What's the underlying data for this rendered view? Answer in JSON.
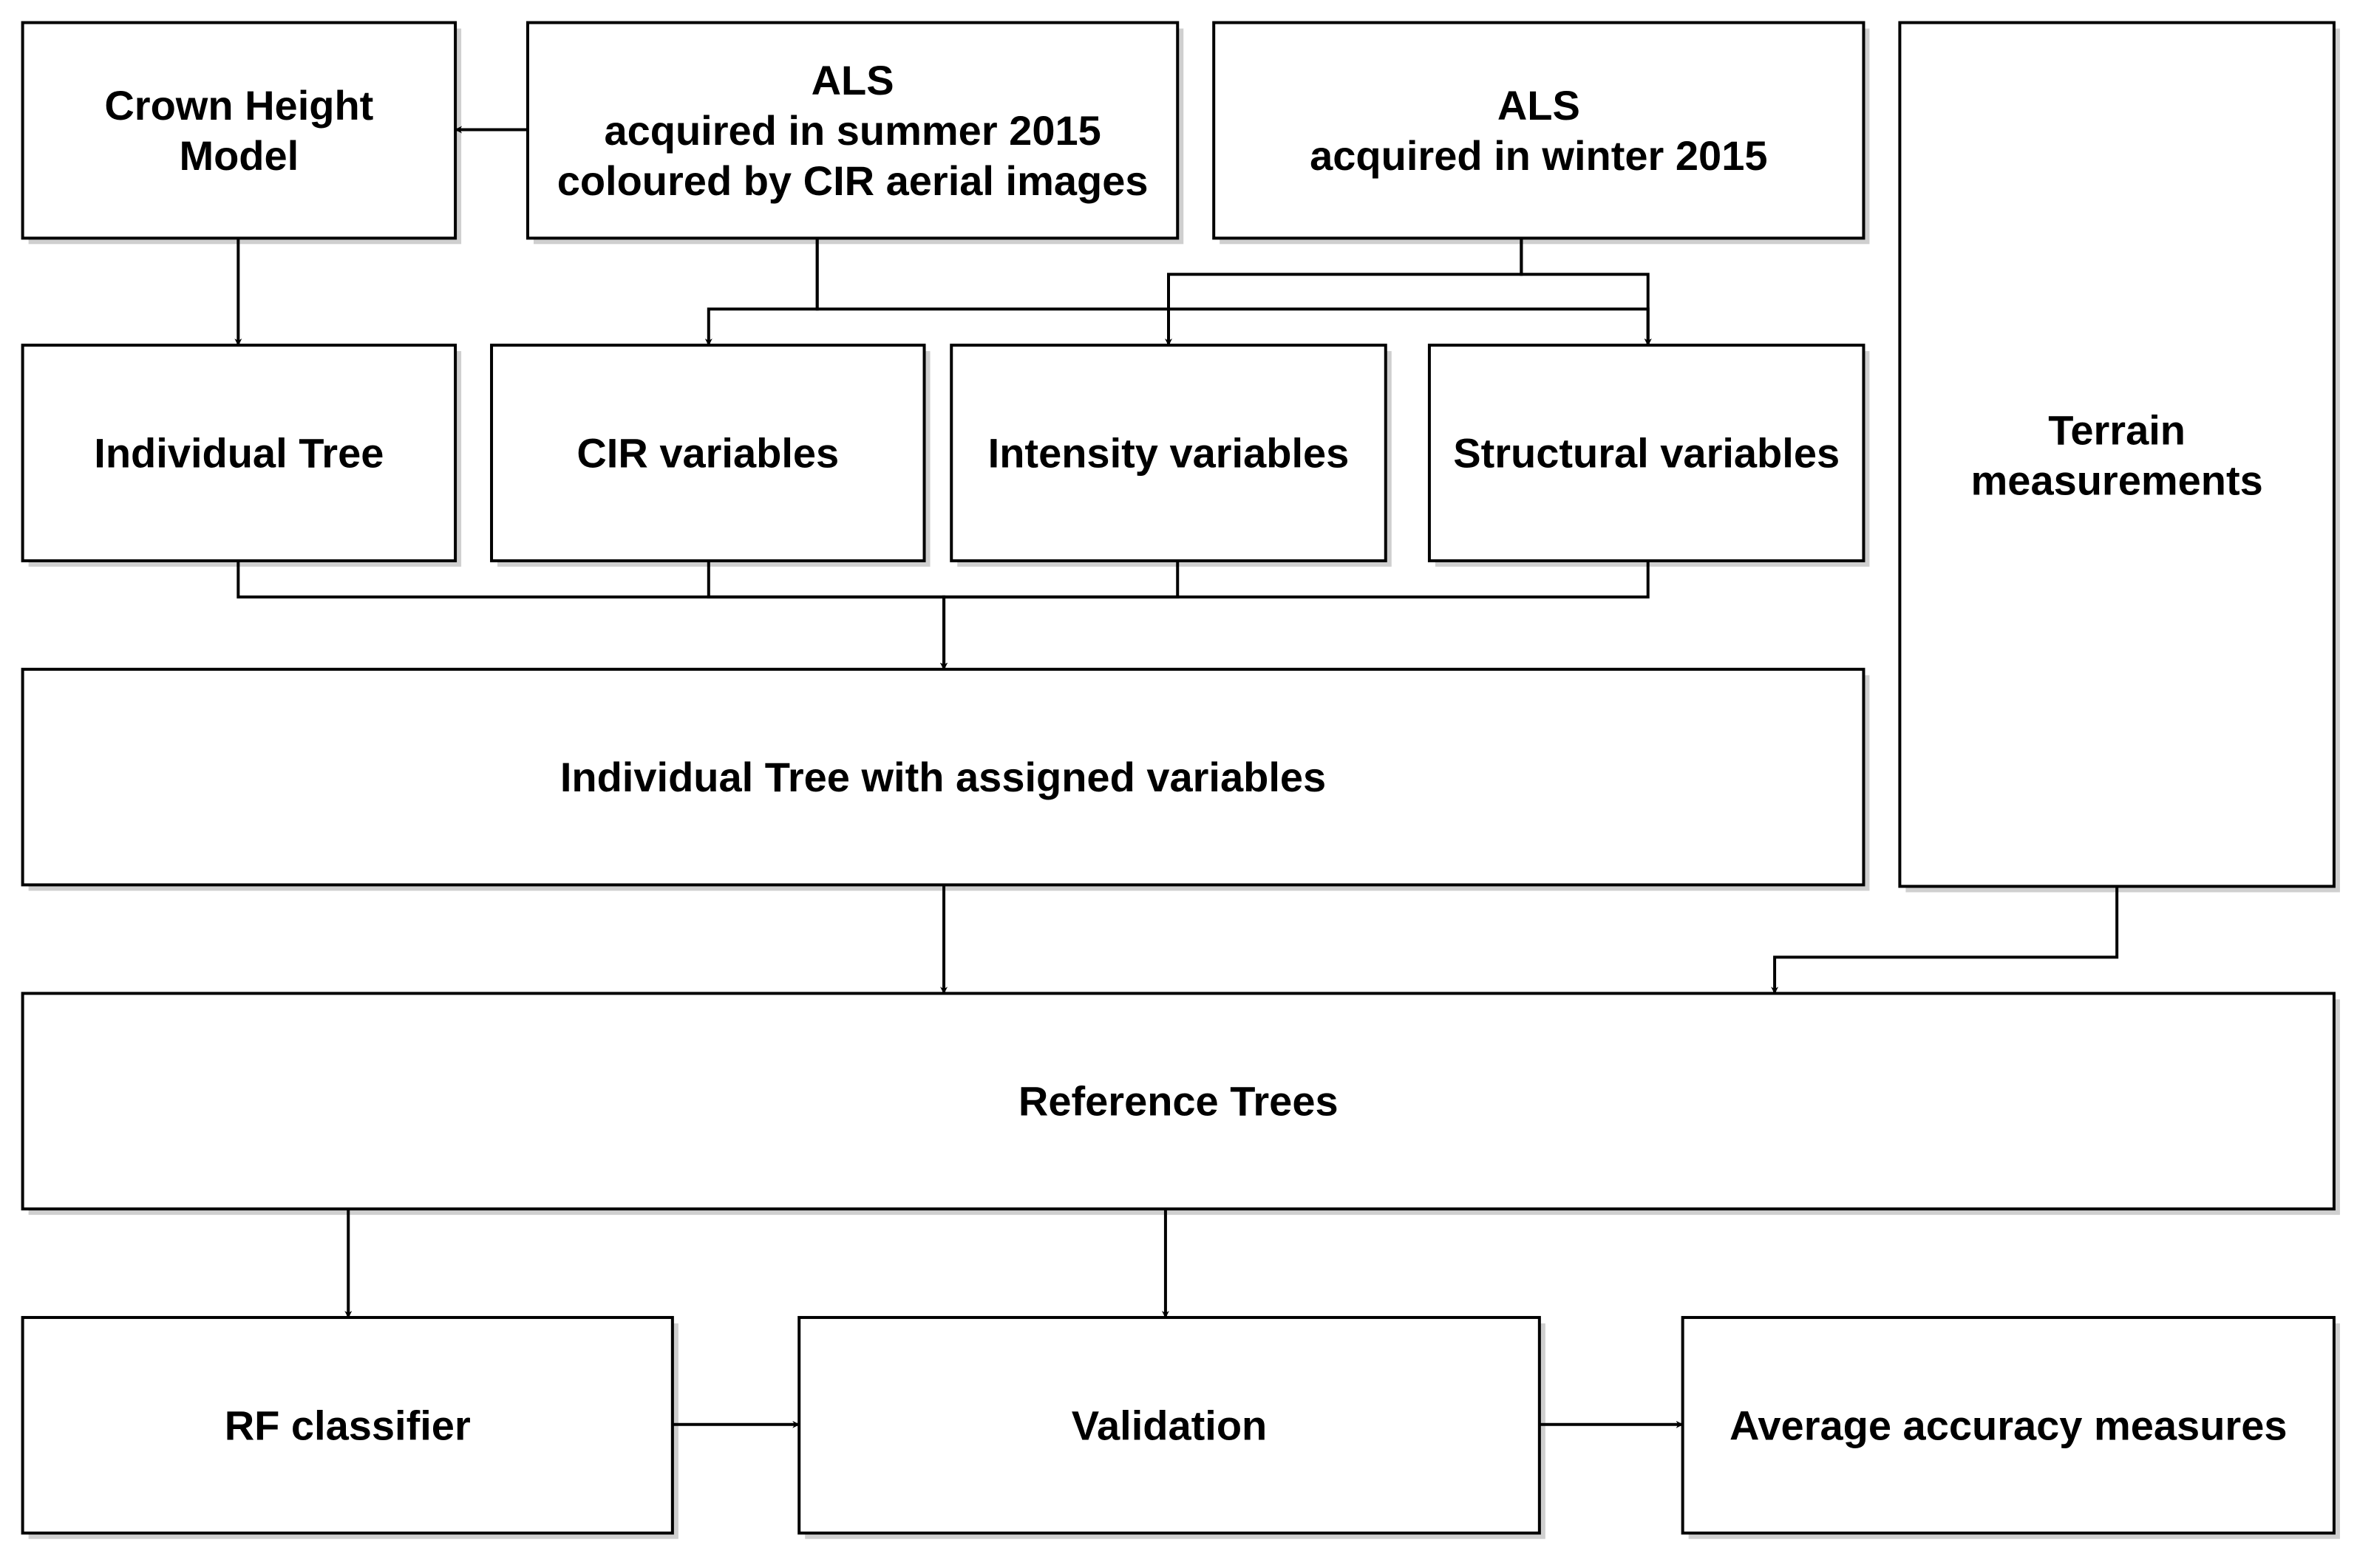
{
  "diagram": {
    "nodes": [
      {
        "id": "chm",
        "lines": [
          "Crown Height",
          "Model"
        ]
      },
      {
        "id": "als_summer",
        "lines": [
          "ALS",
          "acquired in summer 2015",
          "coloured by CIR aerial images"
        ]
      },
      {
        "id": "als_winter",
        "lines": [
          "ALS",
          "acquired in winter 2015"
        ]
      },
      {
        "id": "terrain",
        "lines": [
          "Terrain",
          "measurements"
        ]
      },
      {
        "id": "individual_tree",
        "lines": [
          "Individual Tree"
        ]
      },
      {
        "id": "cir_vars",
        "lines": [
          "CIR variables"
        ]
      },
      {
        "id": "intensity_vars",
        "lines": [
          "Intensity variables"
        ]
      },
      {
        "id": "structural_vars",
        "lines": [
          "Structural variables"
        ]
      },
      {
        "id": "tree_assigned",
        "lines": [
          "Individual Tree with assigned variables"
        ]
      },
      {
        "id": "reference_trees",
        "lines": [
          "Reference  Trees"
        ]
      },
      {
        "id": "rf",
        "lines": [
          "RF classifier"
        ]
      },
      {
        "id": "validation",
        "lines": [
          "Validation"
        ]
      },
      {
        "id": "accuracy",
        "lines": [
          "Average accuracy measures"
        ]
      }
    ],
    "edges": [
      {
        "from": "als_summer",
        "to": "chm"
      },
      {
        "from": "chm",
        "to": "individual_tree"
      },
      {
        "from": "als_summer",
        "to": "cir_vars"
      },
      {
        "from": "als_summer",
        "to": "structural_vars"
      },
      {
        "from": "als_winter",
        "to": "intensity_vars"
      },
      {
        "from": "als_winter",
        "to": "structural_vars"
      },
      {
        "from": "individual_tree",
        "to": "tree_assigned"
      },
      {
        "from": "cir_vars",
        "to": "tree_assigned"
      },
      {
        "from": "intensity_vars",
        "to": "tree_assigned"
      },
      {
        "from": "structural_vars",
        "to": "tree_assigned"
      },
      {
        "from": "tree_assigned",
        "to": "reference_trees"
      },
      {
        "from": "terrain",
        "to": "reference_trees"
      },
      {
        "from": "reference_trees",
        "to": "rf"
      },
      {
        "from": "reference_trees",
        "to": "validation"
      },
      {
        "from": "rf",
        "to": "validation"
      },
      {
        "from": "validation",
        "to": "accuracy"
      }
    ]
  }
}
